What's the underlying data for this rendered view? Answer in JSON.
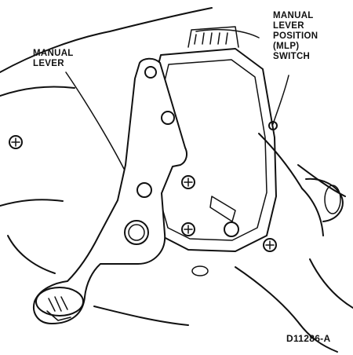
{
  "callouts": {
    "manual_lever": [
      "MANUAL",
      "LEVER"
    ],
    "mlp_switch": [
      "MANUAL",
      "LEVER",
      "POSITION",
      "(MLP)",
      "SWITCH"
    ]
  },
  "figure_id": "D11286-A"
}
